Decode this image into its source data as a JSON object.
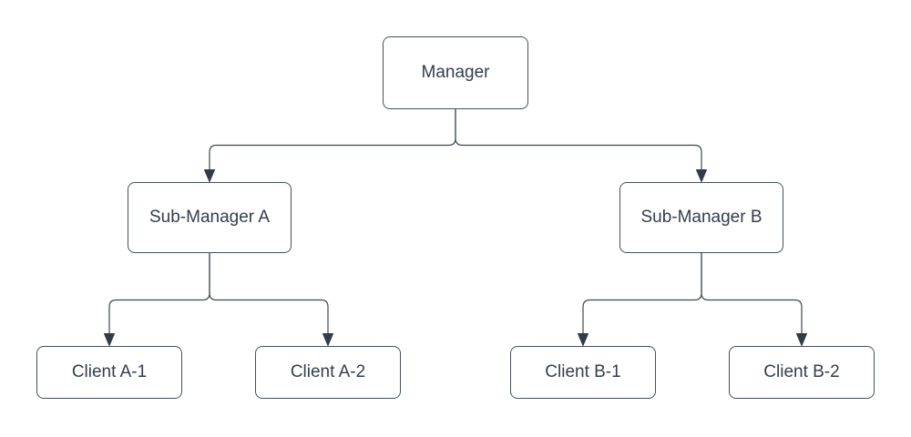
{
  "diagram": {
    "type": "org-chart-tree",
    "background_color": "#ffffff",
    "line_color": "#3d4754",
    "arrowhead_color": "#323c49",
    "node_border_color": "#46505e",
    "node_fill_color": "#ffffff",
    "text_color": "#333e4c",
    "nodes": {
      "manager": {
        "label": "Manager"
      },
      "sub_manager_a": {
        "label": "Sub-Manager A"
      },
      "sub_manager_b": {
        "label": "Sub-Manager B"
      },
      "client_a1": {
        "label": "Client A-1"
      },
      "client_a2": {
        "label": "Client A-2"
      },
      "client_b1": {
        "label": "Client B-1"
      },
      "client_b2": {
        "label": "Client B-2"
      }
    },
    "edges": [
      {
        "from": "Manager",
        "to": "Sub-Manager A",
        "arrowhead": "filled-triangle-down"
      },
      {
        "from": "Manager",
        "to": "Sub-Manager B",
        "arrowhead": "filled-triangle-down"
      },
      {
        "from": "Sub-Manager A",
        "to": "Client A-1",
        "arrowhead": "filled-triangle-down"
      },
      {
        "from": "Sub-Manager A",
        "to": "Client A-2",
        "arrowhead": "filled-triangle-down"
      },
      {
        "from": "Sub-Manager B",
        "to": "Client B-1",
        "arrowhead": "filled-triangle-down"
      },
      {
        "from": "Sub-Manager B",
        "to": "Client B-2",
        "arrowhead": "filled-triangle-down"
      }
    ]
  }
}
